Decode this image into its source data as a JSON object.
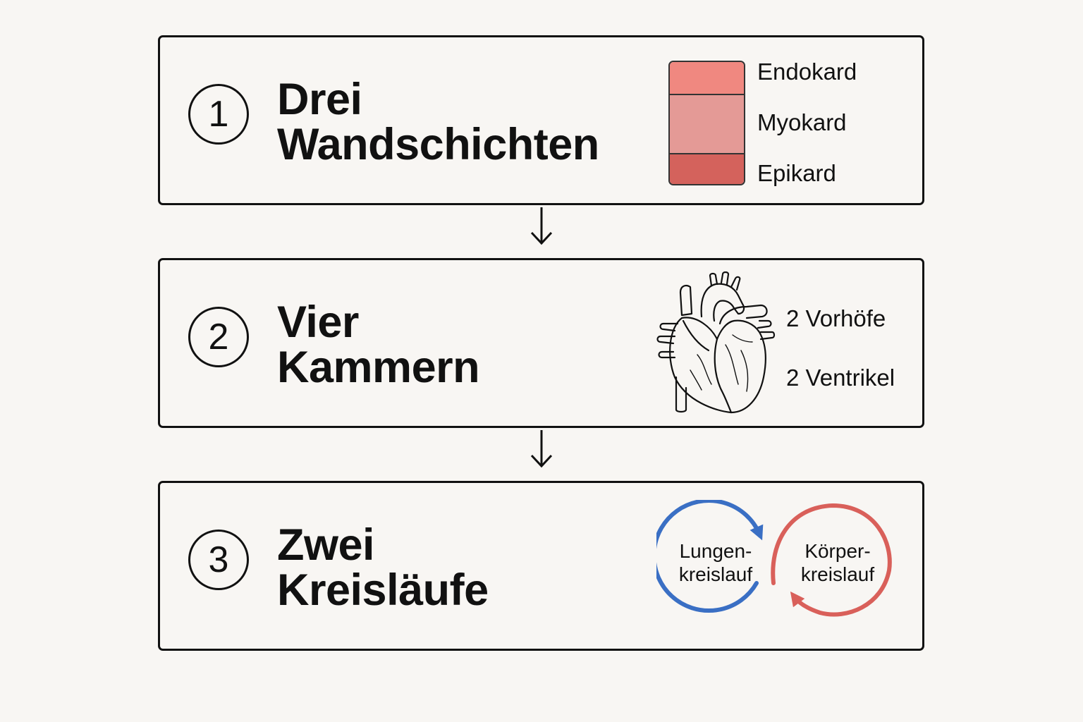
{
  "steps": [
    {
      "number": "1",
      "title_line1": "Drei",
      "title_line2": "Wandschichten"
    },
    {
      "number": "2",
      "title_line1": "Vier",
      "title_line2": "Kammern"
    },
    {
      "number": "3",
      "title_line1": "Zwei",
      "title_line2": "Kreisläufe"
    }
  ],
  "layers": {
    "labels": [
      "Endokard",
      "Myokard",
      "Epikard"
    ],
    "colors": {
      "endokard": "#f08880",
      "myokard": "#e49a96",
      "epikard": "#d4625c"
    }
  },
  "heart": {
    "icon": "anatomical-heart-icon",
    "labels": [
      "2 Vorhöfe",
      "2 Ventrikel"
    ]
  },
  "cycles": {
    "lung": {
      "line1": "Lungen-",
      "line2": "kreislauf",
      "color": "#3a6fc4"
    },
    "body": {
      "line1": "Körper-",
      "line2": "kreislauf",
      "color": "#d9605a"
    }
  },
  "arrows": {
    "icon": "arrow-down-icon"
  }
}
